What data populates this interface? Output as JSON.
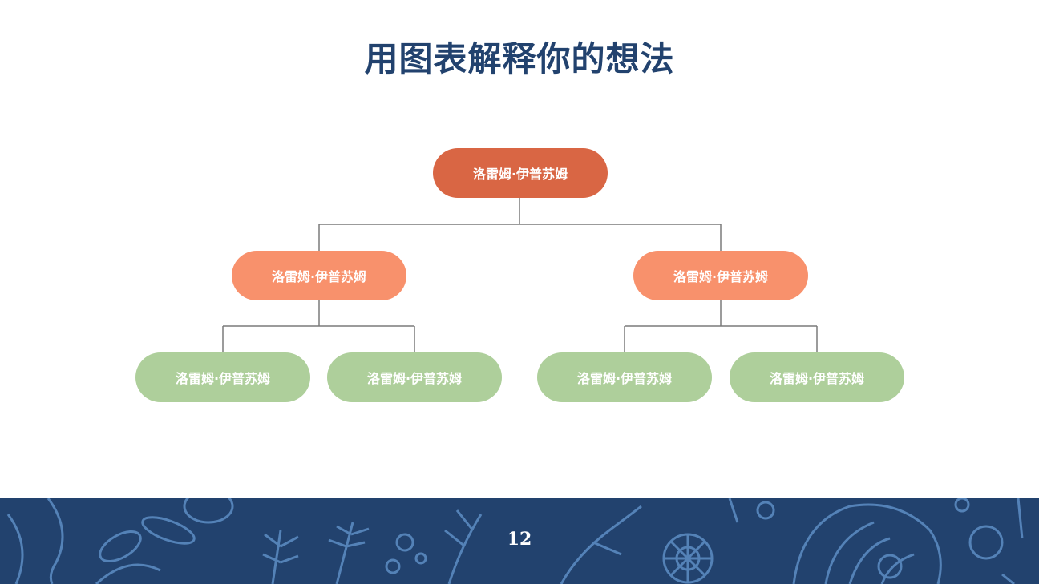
{
  "title": "用图表解释你的想法",
  "colors": {
    "title": "#22426e",
    "root": "#d96644",
    "level2": "#f8916c",
    "level3": "#aecf9b",
    "line": "#7a7a7a",
    "footer": "#22426e",
    "footer_pattern": "#5a8ac0"
  },
  "diagram": {
    "root": {
      "label": "洛雷姆·伊普苏姆"
    },
    "children": [
      {
        "label": "洛雷姆·伊普苏姆",
        "children": [
          {
            "label": "洛雷姆·伊普苏姆"
          },
          {
            "label": "洛雷姆·伊普苏姆"
          }
        ]
      },
      {
        "label": "洛雷姆·伊普苏姆",
        "children": [
          {
            "label": "洛雷姆·伊普苏姆"
          },
          {
            "label": "洛雷姆·伊普苏姆"
          }
        ]
      }
    ]
  },
  "footer": {
    "page_number": "12"
  }
}
